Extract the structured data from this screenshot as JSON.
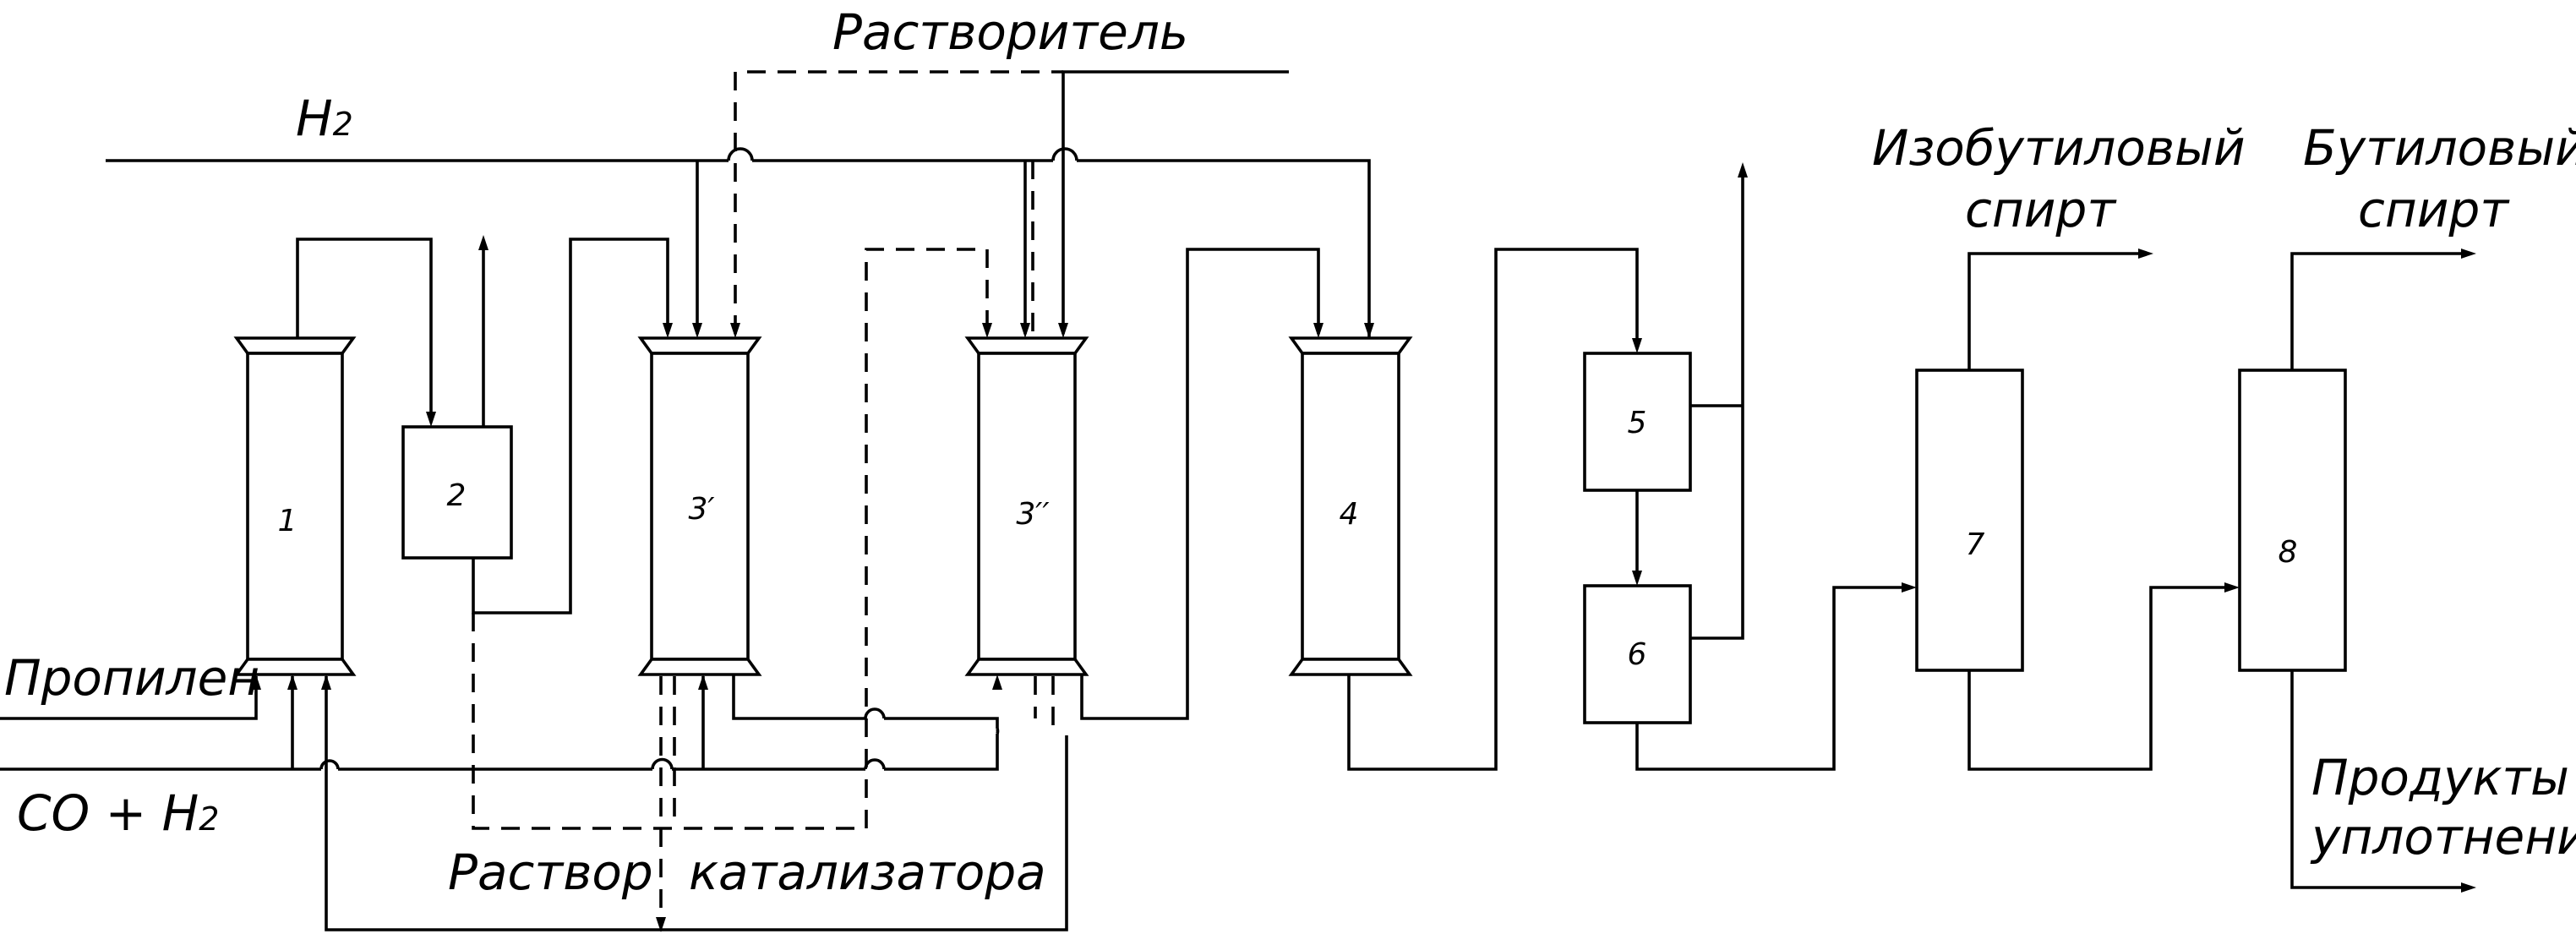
{
  "labels": {
    "solvent": "Растворитель",
    "h2": "H",
    "h2_sub": "2",
    "propylene": "Пропилен",
    "syngas": "CO + H",
    "syngas_sub": "2",
    "catalyst_1": "Раствор",
    "catalyst_2": "катализатора",
    "isobutyl_1": "Изобутиловый",
    "isobutyl_2": "спирт",
    "butyl_1": "Бутиловый",
    "butyl_2": "спирт",
    "residue_1": "Продукты",
    "residue_2": "уплотнения"
  },
  "apparatus": {
    "n1": "1",
    "n2": "2",
    "n3a": "3′",
    "n3b": "3′′",
    "n4": "4",
    "n5": "5",
    "n6": "6",
    "n7": "7",
    "n8": "8"
  },
  "line_styles": {
    "process": "solid",
    "catalyst_solution": "dashed"
  }
}
